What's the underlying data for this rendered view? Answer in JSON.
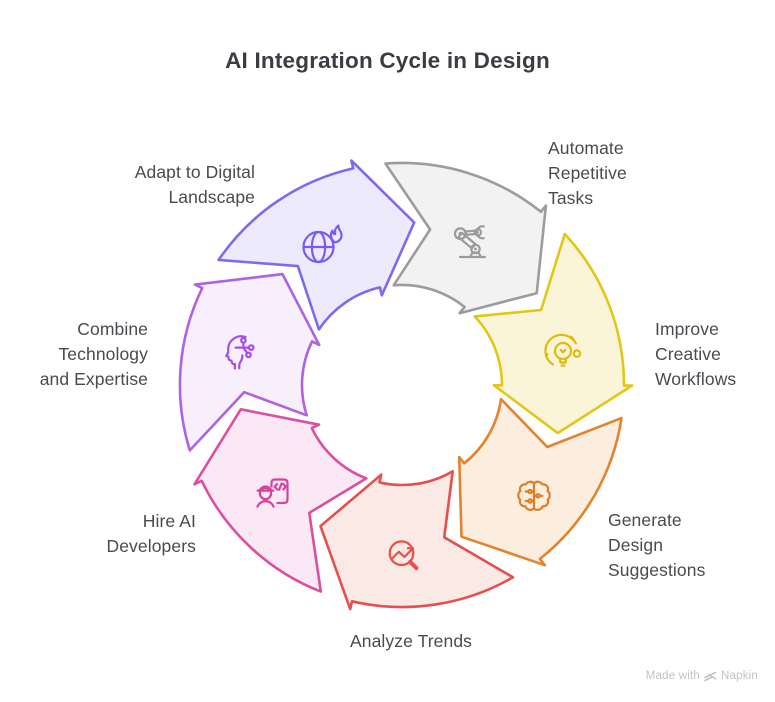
{
  "title": "AI Integration Cycle in Design",
  "watermark": {
    "prefix": "Made with",
    "brand": "Napkin",
    "logo_icon": "napkin-logo-icon"
  },
  "cycle": {
    "type": "cycle-diagram",
    "direction": "clockwise",
    "steps": [
      {
        "id": "adapt",
        "label": "Adapt to Digital Landscape",
        "lines": [
          "Adapt to Digital",
          "Landscape"
        ],
        "icon": "globe-flame-icon",
        "stroke": "#7B6CEE",
        "fill": "#ECEAFB",
        "icon_color": "#7B5AF2"
      },
      {
        "id": "automate",
        "label": "Automate Repetitive Tasks",
        "lines": [
          "Automate",
          "Repetitive",
          "Tasks"
        ],
        "icon": "robot-arm-icon",
        "stroke": "#9C9CA0",
        "fill": "#F2F2F3",
        "icon_color": "#9B9B9B"
      },
      {
        "id": "improve",
        "label": "Improve Creative Workflows",
        "lines": [
          "Improve",
          "Creative",
          "Workflows"
        ],
        "icon": "lightbulb-cycle-icon",
        "stroke": "#E2C716",
        "fill": "#FAF5D9",
        "icon_color": "#E3BA0C"
      },
      {
        "id": "generate",
        "label": "Generate Design Suggestions",
        "lines": [
          "Generate",
          "Design",
          "Suggestions"
        ],
        "icon": "brain-circuit-icon",
        "stroke": "#E2832F",
        "fill": "#FBEEDE",
        "icon_color": "#E07E26"
      },
      {
        "id": "analyze",
        "label": "Analyze Trends",
        "lines": [
          "Analyze Trends"
        ],
        "icon": "trend-magnifier-icon",
        "stroke": "#E5504E",
        "fill": "#FBE9E6",
        "icon_color": "#E8504C"
      },
      {
        "id": "hire",
        "label": "Hire AI Developers",
        "lines": [
          "Hire AI",
          "Developers"
        ],
        "icon": "developer-document-icon",
        "stroke": "#DC4F9F",
        "fill": "#FAE9F4",
        "icon_color": "#D9429C"
      },
      {
        "id": "combine",
        "label": "Combine Technology and Expertise",
        "lines": [
          "Combine",
          "Technology",
          "and Expertise"
        ],
        "icon": "head-circuit-icon",
        "stroke": "#AF63E2",
        "fill": "#F7EFFB",
        "icon_color": "#A84FE3"
      }
    ]
  }
}
